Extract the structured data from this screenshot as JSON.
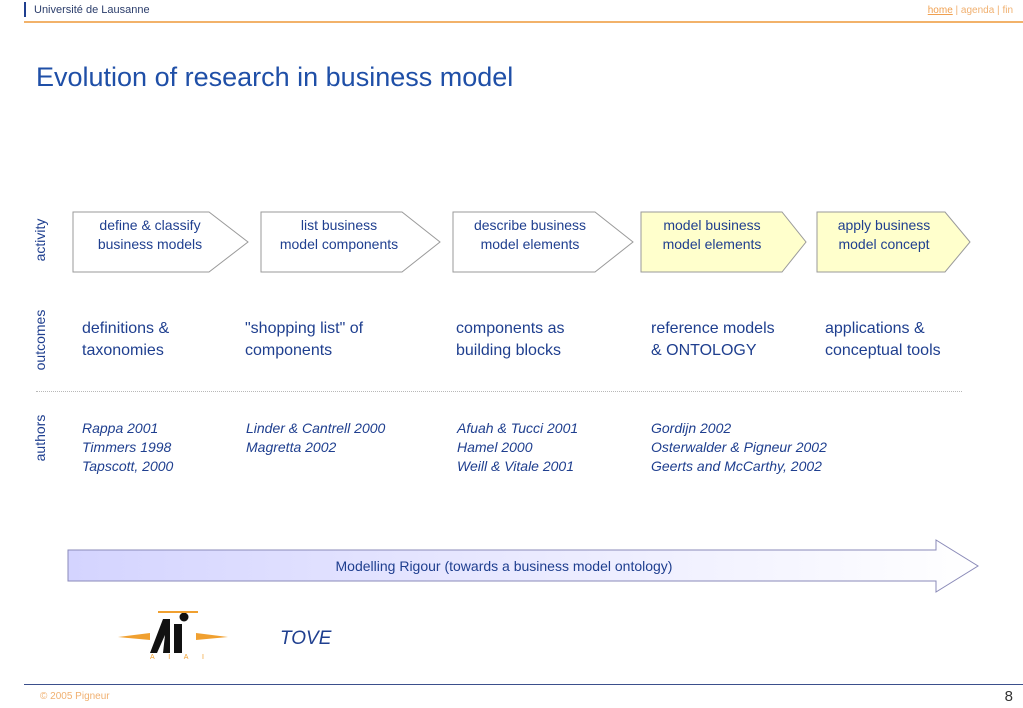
{
  "header": {
    "institution": "Université de Lausanne",
    "nav_home": "home",
    "nav_sep1": " | ",
    "nav_agenda": "agenda",
    "nav_sep2": " | ",
    "nav_fin": "fin"
  },
  "title": "Evolution of research in business model",
  "labels": {
    "activity": "activity",
    "outcomes": "outcomes",
    "authors": "authors"
  },
  "activities": [
    {
      "line1": "define & classify",
      "line2": "business models",
      "fill": "#ffffff"
    },
    {
      "line1": "list business",
      "line2": "model components",
      "fill": "#ffffff"
    },
    {
      "line1": "describe business",
      "line2": "model elements",
      "fill": "#ffffff"
    },
    {
      "line1": "model business",
      "line2": "model elements",
      "fill": "#ffffcc"
    },
    {
      "line1": "apply business",
      "line2": "model concept",
      "fill": "#ffffcc"
    }
  ],
  "outcomes": [
    {
      "line1": "definitions &",
      "line2": "taxonomies"
    },
    {
      "line1": "\"shopping list\" of",
      "line2": "components"
    },
    {
      "line1": "components as",
      "line2": "building blocks"
    },
    {
      "line1": "reference models",
      "line2": "& ONTOLOGY"
    },
    {
      "line1": "applications &",
      "line2": "conceptual tools"
    }
  ],
  "authors": [
    [
      "Rappa 2001",
      "Timmers 1998",
      "Tapscott, 2000"
    ],
    [
      "Linder & Cantrell 2000",
      "Magretta 2002"
    ],
    [
      "Afuah & Tucci 2001",
      "Hamel 2000",
      "Weill & Vitale 2001"
    ],
    [
      "Gordijn 2002",
      "Osterwalder & Pigneur 2002",
      "Geerts and McCarthy, 2002"
    ]
  ],
  "rigour_arrow": "Modelling Rigour (towards a business model ontology)",
  "logo": {
    "name": "AIAI logo",
    "letters": "A I A I"
  },
  "tove": "TOVE",
  "footer": {
    "copyright": "© 2005  Pigneur",
    "page": "8"
  },
  "colors": {
    "text": "#1f3f8f",
    "accent_rule": "#f2b26a",
    "highlight": "#ffffcc",
    "arrow_fill": "#dcdcff"
  }
}
